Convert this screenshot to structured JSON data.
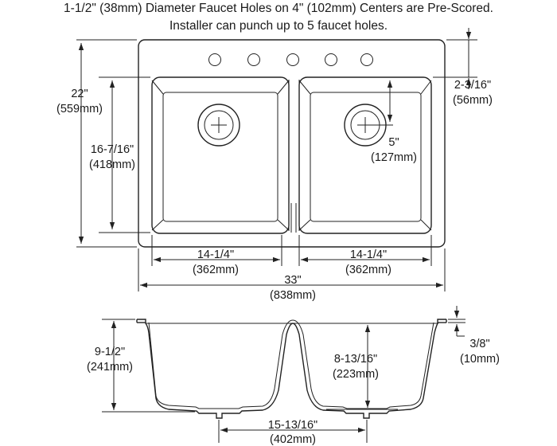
{
  "header": {
    "line1": "1-1/2\" (38mm) Diameter Faucet Holes on 4\" (102mm) Centers are Pre-Scored.",
    "line2": "Installer can punch up to 5 faucet holes."
  },
  "top_view": {
    "overall_depth": {
      "in": "22\"",
      "mm": "(559mm)"
    },
    "bowl_depth": {
      "in": "16-7/16\"",
      "mm": "(418mm)"
    },
    "ledge": {
      "in": "2-3/16\"",
      "mm": "(56mm)"
    },
    "drain_offset": {
      "in": "5\"",
      "mm": "(127mm)"
    },
    "left_bowl_width": {
      "in": "14-1/4\"",
      "mm": "(362mm)"
    },
    "right_bowl_width": {
      "in": "14-1/4\"",
      "mm": "(362mm)"
    },
    "overall_width": {
      "in": "33\"",
      "mm": "(838mm)"
    },
    "faucet_hole_count": 5
  },
  "section_view": {
    "overall_height": {
      "in": "9-1/2\"",
      "mm": "(241mm)"
    },
    "bowl_height": {
      "in": "8-13/16\"",
      "mm": "(223mm)"
    },
    "rim": {
      "in": "3/8\"",
      "mm": "(10mm)"
    },
    "drain_centers": {
      "in": "15-13/16\"",
      "mm": "(402mm)"
    }
  },
  "colors": {
    "line": "#222222",
    "background": "#ffffff"
  }
}
